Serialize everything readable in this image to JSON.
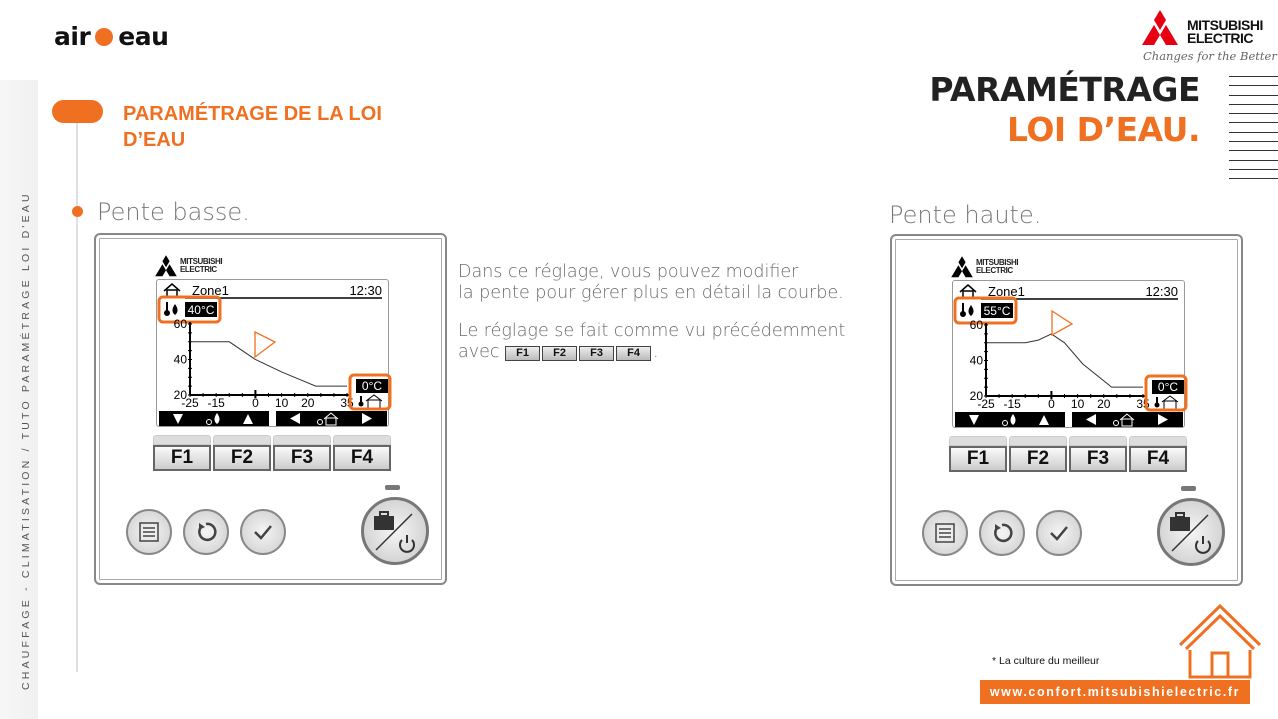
{
  "sidebar": {
    "vertical_text": "CHAUFFAGE - CLIMATISATION / TUTO PARAMÉTRAGE LOI D'EAU"
  },
  "logo": {
    "left": "air",
    "right": "eau"
  },
  "brand": {
    "line1": "MITSUBISHI",
    "line2": "ELECTRIC",
    "slogan": "Changes for the Better"
  },
  "header": {
    "title_line1": "PARAMÉTRAGE",
    "title_line2": "LOI D’EAU."
  },
  "section": {
    "title": "PARAMÉTRAGE DE LA LOI D’EAU"
  },
  "description": {
    "p1_line1": "Dans ce réglage, vous pouvez modifier",
    "p1_line2": "la pente pour gérer plus en détail la courbe.",
    "p2_line1": "Le réglage se fait comme vu précédemment",
    "p2_prefix": "avec",
    "p2_suffix": ".",
    "keys": [
      "F1",
      "F2",
      "F3",
      "F4"
    ]
  },
  "controllers": [
    {
      "caption": "Pente basse.",
      "zone": "Zone1",
      "time": "12:30",
      "flow_temp": "40°C",
      "outdoor_temp": "0°C",
      "y_ticks": [
        "60",
        "40",
        "20"
      ],
      "x_ticks": [
        "-25",
        "-15",
        "0",
        "10",
        "20",
        "35"
      ],
      "curve": [
        [
          -25,
          50
        ],
        [
          -10,
          50
        ],
        [
          0,
          40
        ],
        [
          10,
          33
        ],
        [
          23,
          25
        ],
        [
          35,
          25
        ]
      ],
      "fkeys": [
        "F1",
        "F2",
        "F3",
        "F4"
      ],
      "brand1": "MITSUBISHI",
      "brand2": "ELECTRIC"
    },
    {
      "caption": "Pente haute.",
      "zone": "Zone1",
      "time": "12:30",
      "flow_temp": "55°C",
      "outdoor_temp": "0°C",
      "y_ticks": [
        "60",
        "40",
        "20"
      ],
      "x_ticks": [
        "-25",
        "-15",
        "0",
        "10",
        "20",
        "35"
      ],
      "curve": [
        [
          -25,
          50
        ],
        [
          -10,
          50
        ],
        [
          -5,
          51.5
        ],
        [
          0,
          55
        ],
        [
          5,
          50
        ],
        [
          12,
          38
        ],
        [
          23,
          25
        ],
        [
          35,
          25
        ]
      ],
      "fkeys": [
        "F1",
        "F2",
        "F3",
        "F4"
      ],
      "brand1": "MITSUBISHI",
      "brand2": "ELECTRIC"
    }
  ],
  "footer": {
    "footnote": "* La culture du meilleur",
    "url": "www.confort.mitsubishielectric.fr"
  },
  "colors": {
    "accent": "#f07022",
    "brand_red": "#e60012"
  }
}
